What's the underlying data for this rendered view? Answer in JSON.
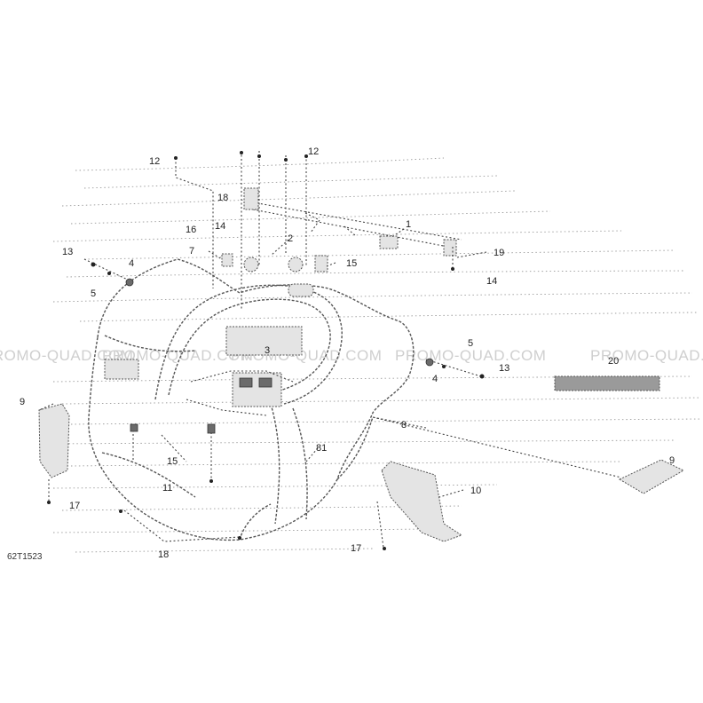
{
  "diagram": {
    "code": "62T1523",
    "watermark": "PROMO-QUAD.COM",
    "callouts": [
      {
        "id": "c12a",
        "label": "12"
      },
      {
        "id": "c12b",
        "label": "12"
      },
      {
        "id": "c18a",
        "label": "18"
      },
      {
        "id": "c14a",
        "label": "14"
      },
      {
        "id": "c16a",
        "label": "16"
      },
      {
        "id": "c1",
        "label": "1"
      },
      {
        "id": "c2",
        "label": "2"
      },
      {
        "id": "c7",
        "label": "7"
      },
      {
        "id": "c15a",
        "label": "15"
      },
      {
        "id": "c19",
        "label": "19"
      },
      {
        "id": "c14b",
        "label": "14"
      },
      {
        "id": "c13a",
        "label": "13"
      },
      {
        "id": "c4a",
        "label": "4"
      },
      {
        "id": "c5a",
        "label": "5"
      },
      {
        "id": "c3",
        "label": "3"
      },
      {
        "id": "c5b",
        "label": "5"
      },
      {
        "id": "c13b",
        "label": "13"
      },
      {
        "id": "c4b",
        "label": "4"
      },
      {
        "id": "c20",
        "label": "20"
      },
      {
        "id": "c9a",
        "label": "9"
      },
      {
        "id": "c8",
        "label": "8"
      },
      {
        "id": "c15b",
        "label": "15"
      },
      {
        "id": "c11",
        "label": "11"
      },
      {
        "id": "c17a",
        "label": "17"
      },
      {
        "id": "c81",
        "label": "81"
      },
      {
        "id": "c9b",
        "label": "9"
      },
      {
        "id": "c10",
        "label": "10"
      },
      {
        "id": "c17b",
        "label": "17"
      },
      {
        "id": "c18b",
        "label": "18"
      }
    ]
  }
}
